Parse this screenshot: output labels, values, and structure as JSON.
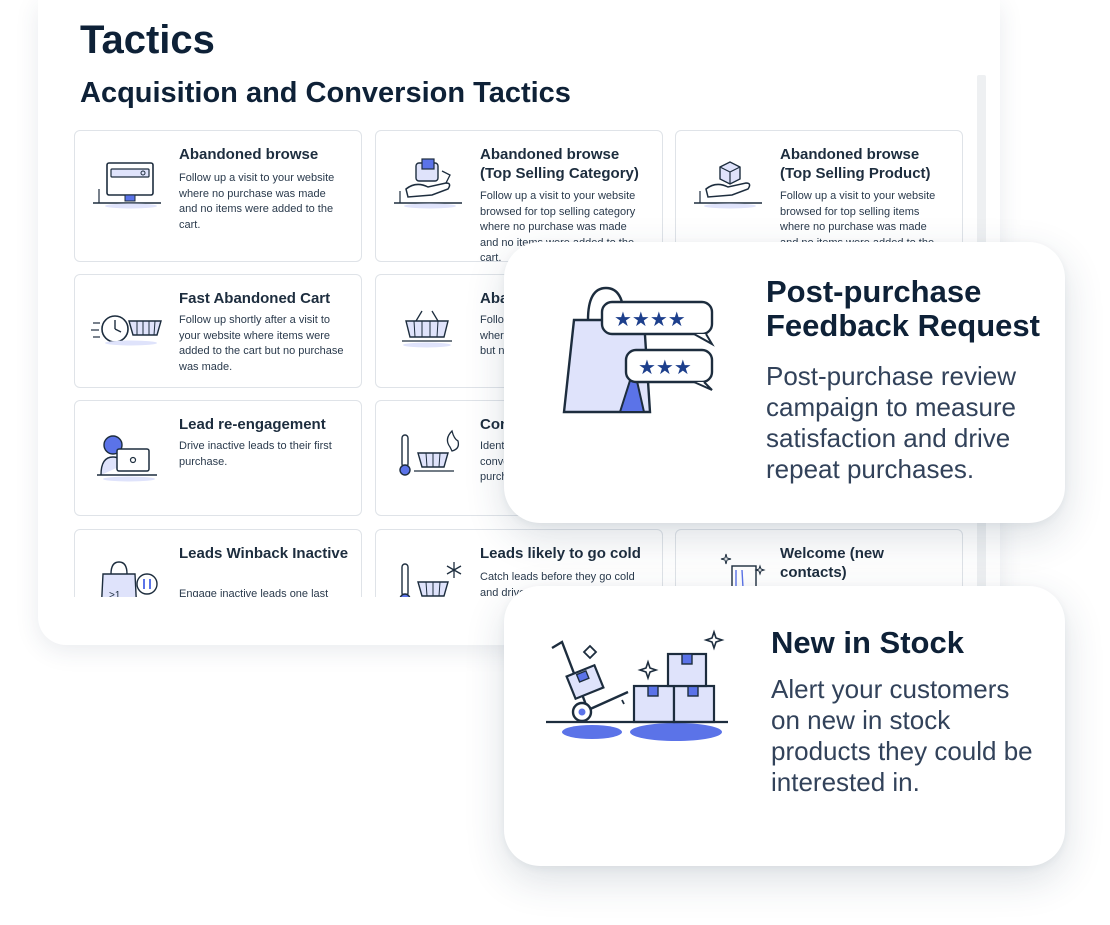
{
  "header": {
    "title": "Tactics",
    "subtitle": "Acquisition and Conversion Tactics"
  },
  "cards": [
    {
      "title": "Abandoned browse",
      "desc": "Follow up a visit to your website where no purchase was made and no items were added to the cart.",
      "icon": "computer-browse-icon"
    },
    {
      "title": "Abandoned browse (Top Selling Category)",
      "desc": "Follow up a visit to your website browsed for top selling category where no purchase was made and no items were added to the cart.",
      "icon": "hand-product-icon"
    },
    {
      "title": "Abandoned browse (Top Selling Product)",
      "desc": "Follow up a visit to your website browsed for top selling items where no purchase was made and no items were added to the cart.",
      "icon": "hand-box-icon"
    },
    {
      "title": "Fast Abandoned Cart",
      "desc": "Follow up shortly after a visit to your website where items were added to the cart but no purchase was made.",
      "icon": "stopwatch-basket-icon"
    },
    {
      "title": "Aba",
      "desc": "Follo\nwhere\nbut n",
      "icon": "basket-icon"
    },
    {
      "title": "Lead re-engagement",
      "desc": "Drive inactive leads to their first purchase.",
      "icon": "person-laptop-icon"
    },
    {
      "title": "Con",
      "desc": "Ident\nconve\npurch",
      "icon": "thermometer-basket-fire-icon"
    },
    {
      "title": "Leads Winback Inactive",
      "desc": "Engage inactive leads one last time",
      "icon": "bag-pause-icon"
    },
    {
      "title": "Leads likely to go cold",
      "desc": "Catch leads before they go cold and drive t",
      "icon": "thermometer-basket-snow-icon"
    },
    {
      "title": "Welcome (new contacts)",
      "desc": "",
      "icon": "door-sparkle-icon"
    }
  ],
  "overlays": [
    {
      "title": "Post-purchase Feedback Request",
      "desc": "Post-purchase review campaign to measure satisfaction and drive repeat purchases.",
      "icon": "shopping-bag-star-reviews-icon"
    },
    {
      "title": "New in Stock",
      "desc": "Alert your customers on new in stock products they could be interested in.",
      "icon": "hand-truck-boxes-icon"
    }
  ],
  "colors": {
    "accent": "#5b73e8",
    "light": "#dfe3fb",
    "text": "#1d2d3e"
  }
}
